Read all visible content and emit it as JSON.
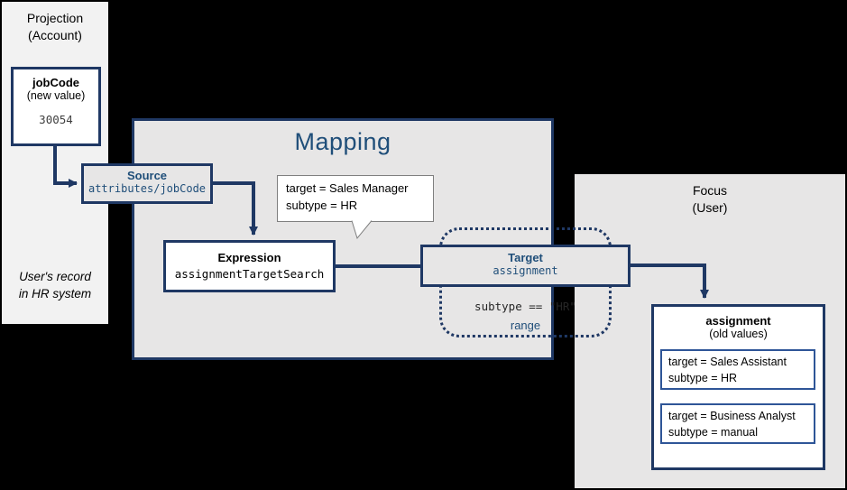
{
  "colors": {
    "background": "#000000",
    "border_dark_blue": "#1f3864",
    "text_blue": "#1f4e79",
    "panel_gray": "#e7e6e6",
    "projection_panel_gray": "#f2f2f2",
    "inner_box_border_blue": "#2e5597",
    "tooltip_border_gray": "#7f7f7f"
  },
  "projection_panel": {
    "title_line1": "Projection",
    "title_line2": "(Account)",
    "jobcode_box": {
      "title": "jobCode",
      "subtitle": "(new value)",
      "value": "30054"
    },
    "footnote_line1": "User's record",
    "footnote_line2": "in HR system"
  },
  "mapping_panel": {
    "title": "Mapping",
    "source_box": {
      "title": "Source",
      "value": "attributes/jobCode"
    },
    "tooltip": {
      "line1": "target = Sales Manager",
      "line2": "subtype = HR"
    },
    "expression_box": {
      "title": "Expression",
      "value": "assignmentTargetSearch"
    },
    "target_box": {
      "title": "Target",
      "value": "assignment"
    },
    "range_group": {
      "condition": "subtype == \"HR\"",
      "label": "range"
    }
  },
  "focus_panel": {
    "title_line1": "Focus",
    "title_line2": "(User)",
    "assignment_box": {
      "title": "assignment",
      "subtitle": "(old values)",
      "old_values": [
        {
          "line1": "target = Sales Assistant",
          "line2": "subtype = HR"
        },
        {
          "line1": "target = Business Analyst",
          "line2": "subtype = manual"
        }
      ]
    }
  }
}
